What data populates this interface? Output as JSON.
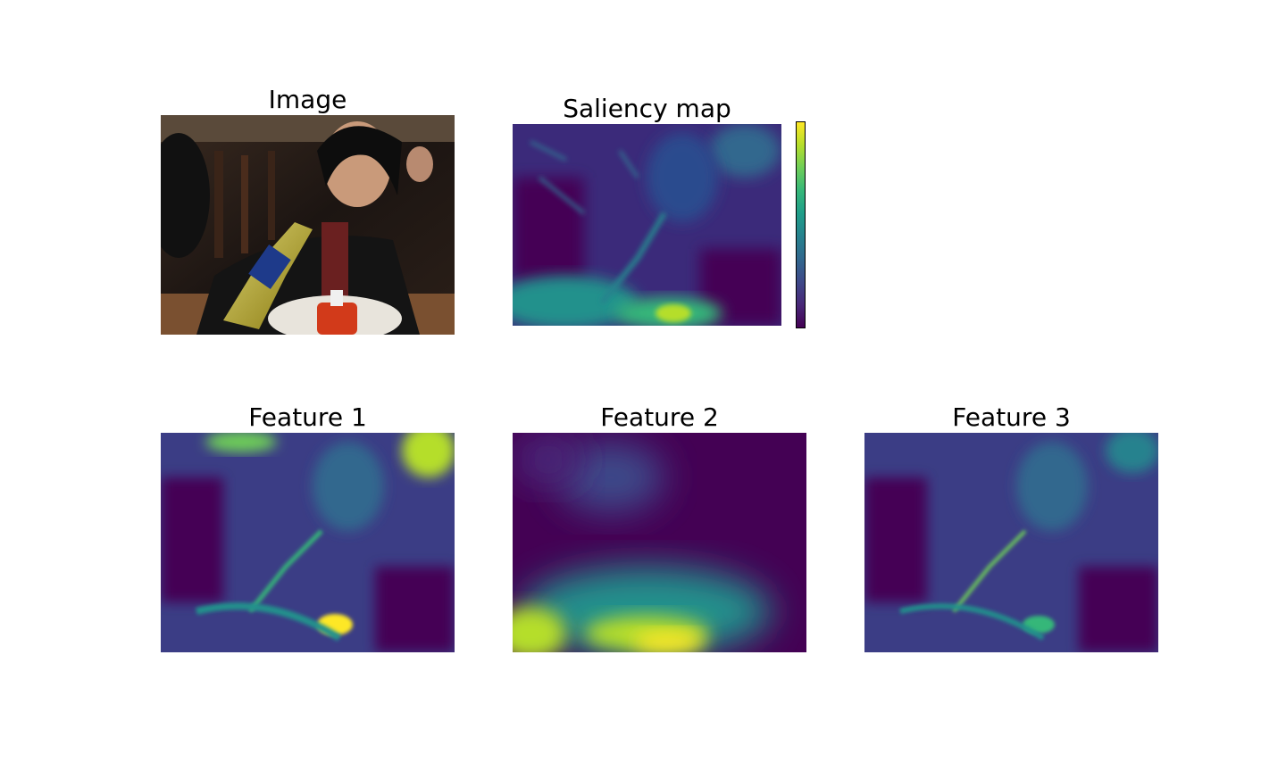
{
  "panels": {
    "image": {
      "title": "Image"
    },
    "saliency": {
      "title": "Saliency map"
    },
    "feature1": {
      "title": "Feature 1"
    },
    "feature2": {
      "title": "Feature 2"
    },
    "feature3": {
      "title": "Feature 3"
    }
  },
  "colormap": {
    "name": "viridis",
    "stops": [
      "#440154",
      "#482878",
      "#3e4989",
      "#31688e",
      "#26828e",
      "#1f9e89",
      "#35b779",
      "#6ece58",
      "#b5de2b",
      "#fde725"
    ]
  },
  "icons": {
    "photo": "photo-image"
  }
}
